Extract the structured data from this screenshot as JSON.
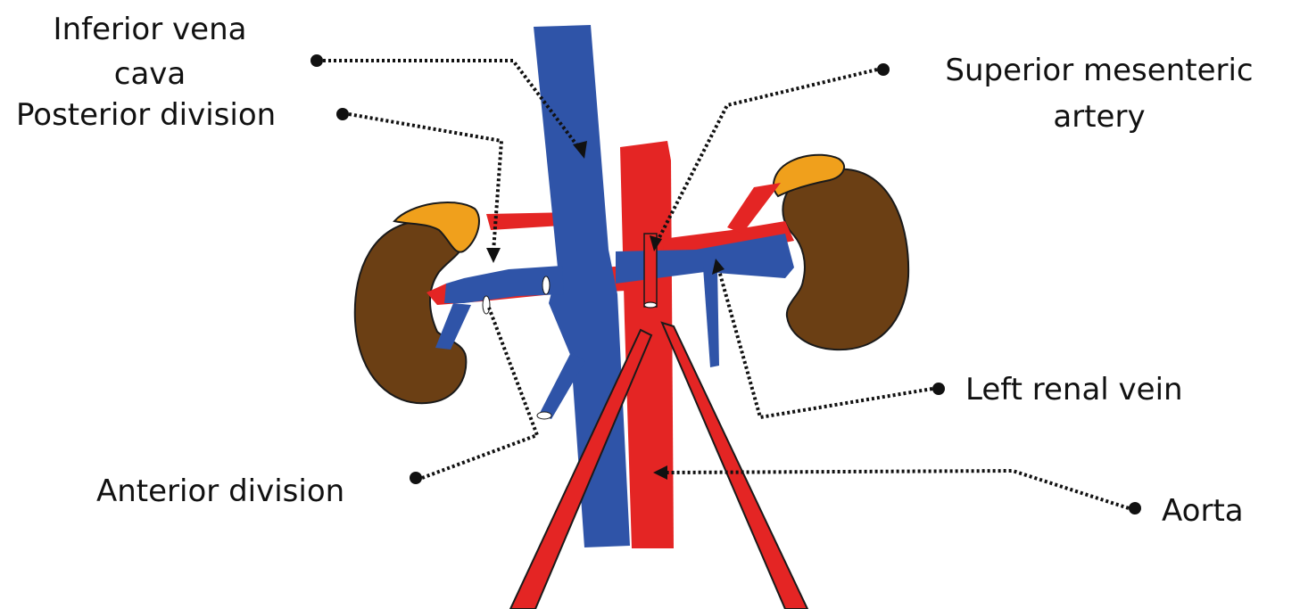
{
  "labels": {
    "ivc_line1": "Inferior vena",
    "ivc_line2": "cava",
    "posterior": "Posterior division",
    "sma_line1": "Superior mesenteric",
    "sma_line2": "artery",
    "left_renal_vein": "Left renal vein",
    "anterior": "Anterior division",
    "aorta": "Aorta"
  },
  "colors": {
    "vein": "#2f54a8",
    "artery": "#e42524",
    "kidney": "#6b3f14",
    "adrenal": "#f0a01c",
    "ink": "#111111"
  }
}
